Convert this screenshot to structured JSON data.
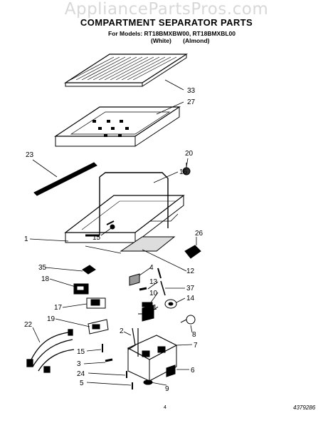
{
  "header": {
    "watermark": "AppliancePartsPros.com",
    "title": "COMPARTMENT SEPARATOR PARTS",
    "models_line": "For Models: RT18BMXBW00, RT18BMXBL00",
    "color_white": "(White)",
    "color_almond": "(Almond)"
  },
  "callouts": {
    "n33": "33",
    "n27": "27",
    "n23": "23",
    "n20": "20",
    "n16": "16",
    "n1": "1",
    "n15a": "15",
    "n26": "26",
    "n35": "35",
    "n18": "18",
    "n4": "4",
    "n12": "12",
    "n13": "13",
    "n37": "37",
    "n10": "10",
    "n14": "14",
    "n17": "17",
    "n11": "11",
    "n19": "19",
    "n22": "22",
    "n8": "8",
    "n2": "2",
    "n7": "7",
    "n15b": "15",
    "n3": "3",
    "n6": "6",
    "n24": "24",
    "n5": "5",
    "n9": "9"
  },
  "footer": {
    "page_number": "4",
    "part_number": "4379286"
  }
}
